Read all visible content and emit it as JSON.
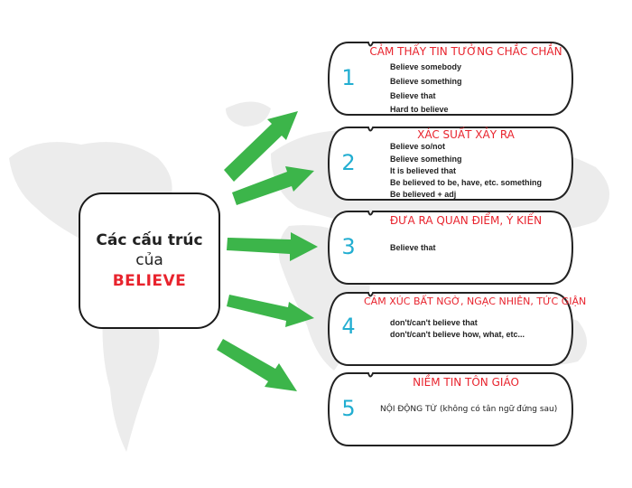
{
  "center": {
    "title": "Các cấu trúc",
    "subtitle": "của",
    "keyword": "BELIEVE"
  },
  "colors": {
    "accent_red": "#e8232d",
    "number_blue": "#22aed1",
    "arrow_green": "#3cb54a",
    "outline": "#222222",
    "map_gray": "#ececec"
  },
  "cards": [
    {
      "number": "1",
      "title": "CẢM THẤY TIN TƯỞNG CHẮC CHẮN",
      "items": [
        "Believe somebody",
        "Believe something",
        "Believe that",
        "Hard to believe"
      ]
    },
    {
      "number": "2",
      "title": "XÁC SUẤT XẢY RA",
      "items": [
        "Believe so/not",
        "Believe something",
        "It is believed that",
        "Be believed to be, have, etc. something",
        "Be believed + adj"
      ]
    },
    {
      "number": "3",
      "title": "ĐƯA RA QUAN ĐIỂM, Ý KIẾN",
      "items": [
        "Believe that"
      ]
    },
    {
      "number": "4",
      "title": "CẢM XÚC BẤT NGỜ, NGẠC NHIÊN, TỨC GIẬN",
      "items": [
        "don't/can't believe that",
        "don't/can't believe how, what, etc..."
      ]
    },
    {
      "number": "5",
      "title": "NIỀM TIN TÔN GIÁO",
      "items": [
        "NỘI ĐỘNG TỪ (không có tân ngữ đứng sau)"
      ]
    }
  ]
}
